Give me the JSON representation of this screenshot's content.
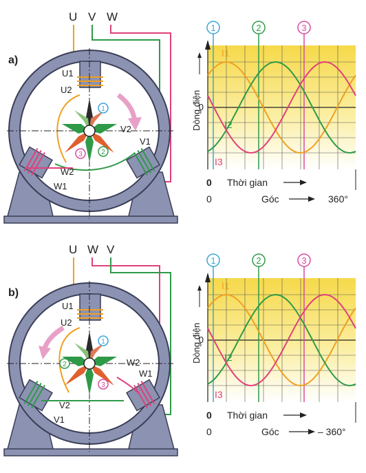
{
  "panels": [
    {
      "label": "a)",
      "phases_top": [
        "U",
        "V",
        "W"
      ],
      "coils": {
        "u1": "U1",
        "u2": "U2",
        "v1": "V1",
        "v2": "V2",
        "w1": "W1",
        "w2": "W2"
      },
      "markers": [
        "1",
        "2",
        "3"
      ],
      "graph": {
        "ylabel": "Dòng điện",
        "yzero": "0",
        "series_labels": [
          "I1",
          "I2",
          "I3"
        ],
        "time_zero": "0",
        "time_label": "Thời gian",
        "angle_zero": "0",
        "angle_label": "Góc",
        "angle_end": "360°"
      }
    },
    {
      "label": "b)",
      "phases_top": [
        "U",
        "W",
        "V"
      ],
      "coils": {
        "u1": "U1",
        "u2": "U2",
        "v1": "V1",
        "v2": "V2",
        "w1": "W1",
        "w2": "W2"
      },
      "markers": [
        "1",
        "2",
        "3"
      ],
      "graph": {
        "ylabel": "Dòng điện",
        "yzero": "0",
        "series_labels": [
          "I1",
          "I2",
          "I3"
        ],
        "time_zero": "0",
        "time_label": "Thời gian",
        "angle_zero": "0",
        "angle_label": "Góc",
        "angle_end": "– 360°"
      }
    }
  ],
  "colors": {
    "phase_u": "#f0a020",
    "phase_v": "#2e9a48",
    "phase_w": "#e0407a",
    "marker1": "#3aa6d8",
    "marker2": "#2e9a48",
    "marker3": "#d84aa0",
    "frame": "#8c92b2",
    "frame_dark": "#3a3e56",
    "graph_bg": "#fbe77a"
  }
}
